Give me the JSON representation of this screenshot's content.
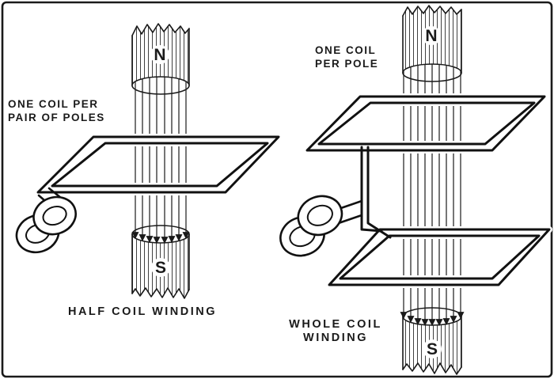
{
  "left_diagram": {
    "label_line1": "ONE COIL PER",
    "label_line2": "PAIR OF POLES",
    "top_pole_label": "N",
    "bottom_pole_label": "S",
    "caption": "HALF COIL WINDING"
  },
  "right_diagram": {
    "label_line1": "ONE COIL",
    "label_line2": "PER POLE",
    "top_pole_label": "N",
    "bottom_pole_label": "S",
    "caption_line1": "WHOLE COIL",
    "caption_line2": "WINDING"
  },
  "colors": {
    "ink": "#1a1a1a",
    "paper": "#ffffff"
  }
}
